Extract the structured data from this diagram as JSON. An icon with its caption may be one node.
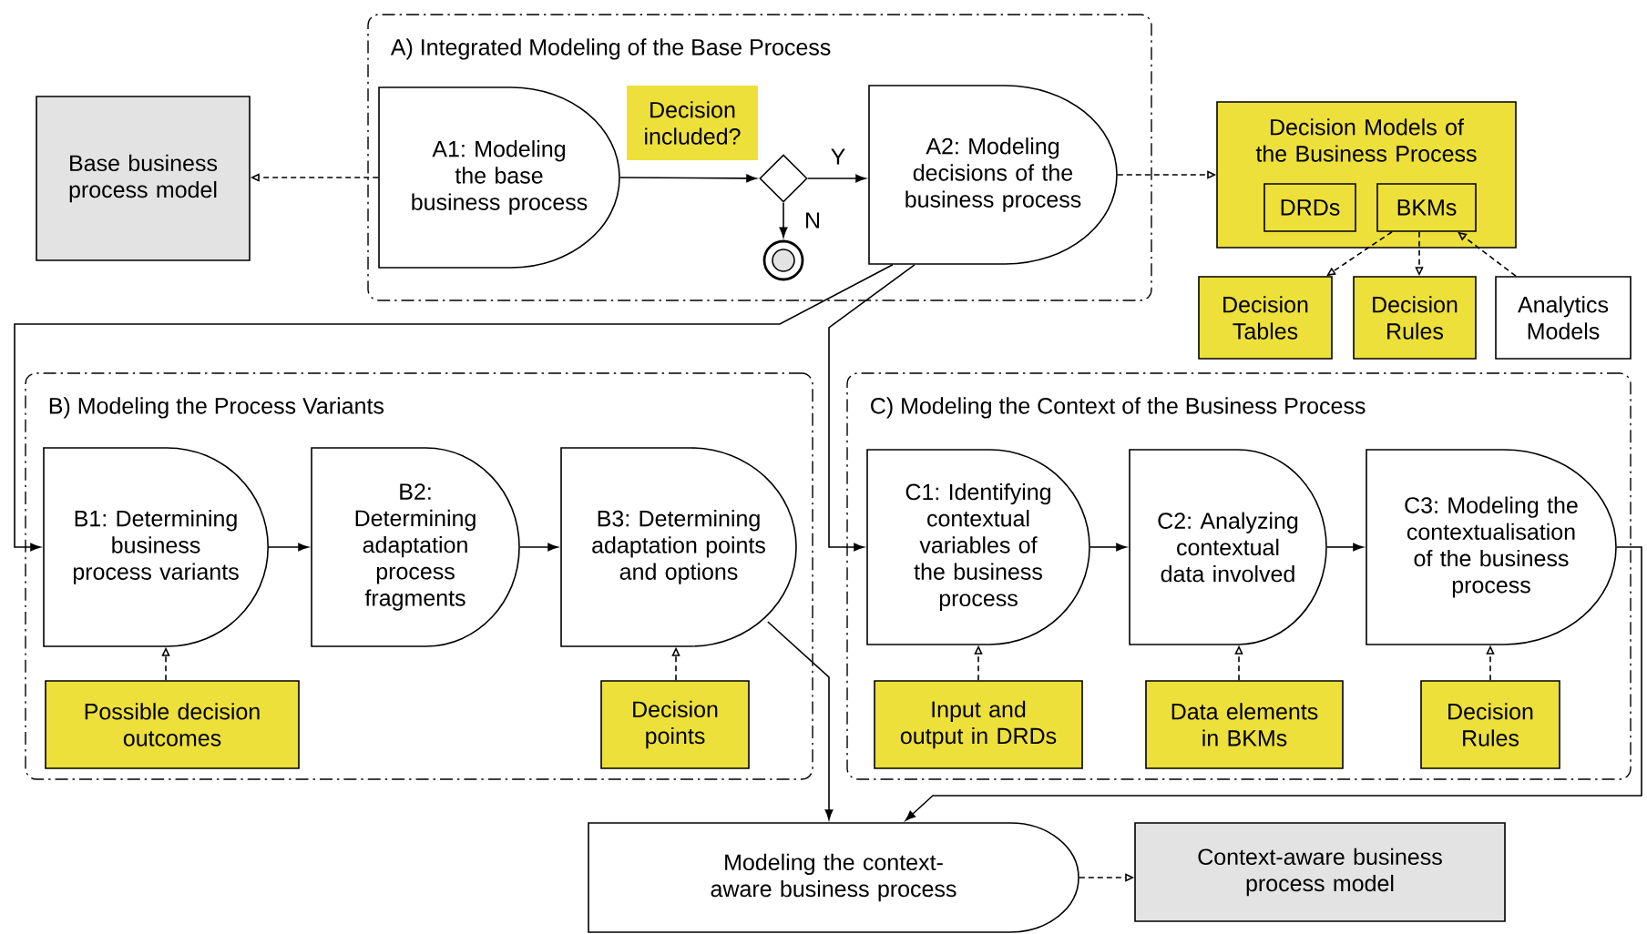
{
  "diagram": {
    "nodes": [
      {
        "text": [
          "A) Integrated Modeling of the Base Process"
        ]
      },
      {
        "text": [
          "Base business process model"
        ]
      },
      {
        "text": [
          "A1: Modeling the base business process"
        ],
        "in": 0
      },
      {
        "text": [
          "Decision included?"
        ],
        "in": 0
      },
      {
        "text": [],
        "shape": "diamond",
        "in": 0
      },
      {
        "text": [],
        "shape": "circle",
        "in": 0
      },
      {
        "text": [
          "A2: Modeling decisions of the business process"
        ],
        "in": 0
      },
      {
        "text": [
          "Decision Models of the Business Process"
        ]
      },
      {
        "text": [
          "DRDs"
        ],
        "in": 7
      },
      {
        "text": [
          "BKMs"
        ],
        "in": 7
      },
      {
        "text": [
          "Decision Tables"
        ]
      },
      {
        "text": [
          "Decision Rules"
        ]
      },
      {
        "text": [
          "Analytics Models"
        ]
      },
      {
        "text": [
          "B) Modeling the Process Variants"
        ]
      },
      {
        "text": [
          "B1: Determining business process variants"
        ],
        "in": 13
      },
      {
        "text": [
          "B2: Determining adaptation process fragments"
        ],
        "in": 13
      },
      {
        "text": [
          "B3: Determining adaptation points and options"
        ],
        "in": 13
      },
      {
        "text": [
          "Possible decision outcomes"
        ],
        "in": 13
      },
      {
        "text": [
          "Decision points"
        ],
        "in": 13
      },
      {
        "text": [
          "C) Modeling the Context of the Business Process"
        ]
      },
      {
        "text": [
          "C1: Identifying contextual variables of the business process"
        ],
        "in": 19
      },
      {
        "text": [
          "C2: Analyzing contextual data involved"
        ],
        "in": 19
      },
      {
        "text": [
          "C3: Modeling the contextualisation of the business process"
        ],
        "in": 19
      },
      {
        "text": [
          "Input and output in DRDs"
        ],
        "in": 19
      },
      {
        "text": [
          "Data elements in BKMs"
        ],
        "in": 19
      },
      {
        "text": [
          "Decision Rules"
        ],
        "in": 19
      },
      {
        "text": [
          "Modeling the context-aware business process"
        ]
      },
      {
        "text": [
          "Context-aware business process model"
        ]
      }
    ],
    "edges": [
      {
        "from": 2,
        "to": 1,
        "arrow": "to",
        "style": "dashed"
      },
      {
        "from": 2,
        "to": 4,
        "arrow": "to"
      },
      {
        "from": 4,
        "to": 6,
        "arrow": "to",
        "label": "Y"
      },
      {
        "from": 4,
        "to": 5,
        "arrow": "to",
        "label": "N"
      },
      {
        "from": 6,
        "to": 7,
        "arrow": "to",
        "style": "dashed"
      },
      {
        "from": 9,
        "to": 10,
        "arrow": "to",
        "style": "dashed"
      },
      {
        "from": 9,
        "to": 11,
        "arrow": "to",
        "style": "dashed"
      },
      {
        "from": 12,
        "to": 9,
        "arrow": "to",
        "style": "dashed"
      },
      {
        "from": 6,
        "to": 14,
        "arrow": "to"
      },
      {
        "from": 6,
        "to": 20,
        "arrow": "to"
      },
      {
        "from": 14,
        "to": 15,
        "arrow": "to"
      },
      {
        "from": 15,
        "to": 16,
        "arrow": "to"
      },
      {
        "from": 16,
        "to": 26,
        "arrow": "to"
      },
      {
        "from": 20,
        "to": 21,
        "arrow": "to"
      },
      {
        "from": 21,
        "to": 22,
        "arrow": "to"
      },
      {
        "from": 22,
        "to": 26,
        "arrow": "to"
      },
      {
        "from": 17,
        "to": 14,
        "arrow": "to",
        "style": "dashed"
      },
      {
        "from": 18,
        "to": 16,
        "arrow": "to",
        "style": "dashed"
      },
      {
        "from": 23,
        "to": 20,
        "arrow": "to",
        "style": "dashed"
      },
      {
        "from": 24,
        "to": 21,
        "arrow": "to",
        "style": "dashed"
      },
      {
        "from": 25,
        "to": 22,
        "arrow": "to",
        "style": "dashed"
      },
      {
        "from": 26,
        "to": 27,
        "arrow": "to",
        "style": "dashed"
      }
    ]
  }
}
